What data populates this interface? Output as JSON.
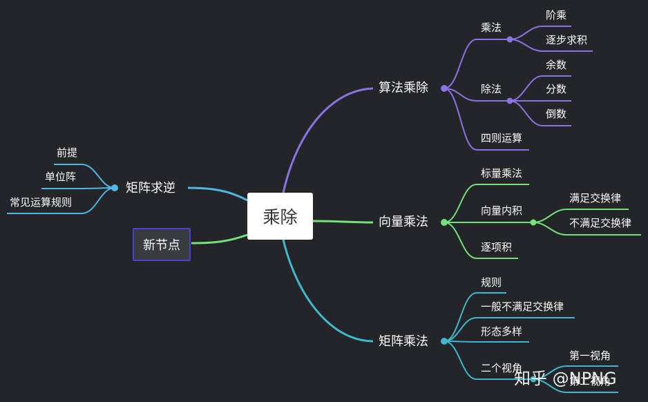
{
  "colors": {
    "background": "#242528",
    "purple": "#8b73e6",
    "green": "#75e27a",
    "teal": "#3fb8d0",
    "blue": "#4fb6e6",
    "new_node_border": "#4d3fd6"
  },
  "mindmap": {
    "root": "乘除",
    "new_node": "新节点",
    "branches": {
      "suanfa": {
        "label": "算法乘除",
        "chengfa": {
          "label": "乘法",
          "items": [
            "阶乘",
            "逐步求积"
          ]
        },
        "chufa": {
          "label": "除法",
          "items": [
            "余数",
            "分数",
            "倒数"
          ]
        },
        "sizeyunsuan": "四则运算"
      },
      "xiangliang": {
        "label": "向量乘法",
        "biaoliang": "标量乘法",
        "neiji": {
          "label": "向量内积",
          "items": [
            "满足交换律",
            "不满足交换律"
          ]
        },
        "zhuxiang": "逐项积"
      },
      "juzhen": {
        "label": "矩阵乘法",
        "guize": "规则",
        "yiban": "一般不满足交换律",
        "xingtai": "形态多样",
        "shijiao": {
          "label": "二个视角",
          "items": [
            "第一视角",
            "第二视角"
          ]
        }
      },
      "qiuni": {
        "label": "矩阵求逆",
        "items": [
          "前提",
          "单位阵",
          "常见运算规则"
        ]
      }
    }
  },
  "watermark": "知乎 @NPNG"
}
